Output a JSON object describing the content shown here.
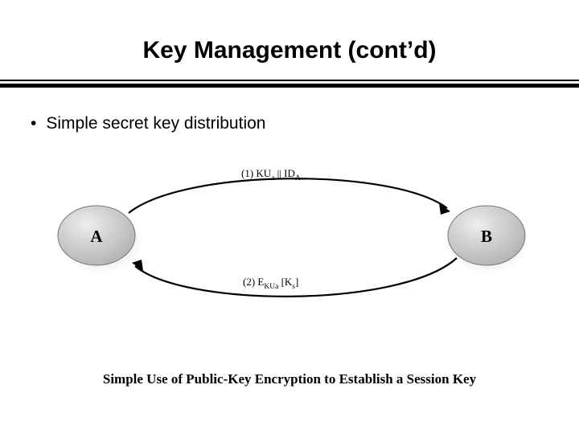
{
  "slide": {
    "title": "Key Management (cont’d)",
    "bullet": {
      "marker": "•",
      "text": "Simple secret key distribution"
    }
  },
  "diagram": {
    "nodes": [
      {
        "id": "a",
        "label": "A"
      },
      {
        "id": "b",
        "label": "B"
      }
    ],
    "messages": [
      {
        "id": "msg1",
        "prefix": "(1) KU",
        "sub1": "a",
        "mid": " || ID",
        "sub2": "A",
        "direction": "a-to-b"
      },
      {
        "id": "msg2",
        "prefix": "(2) E",
        "sub1": "KUa",
        "mid": " [K",
        "sub2": "s",
        "suffix": "]",
        "direction": "b-to-a"
      }
    ],
    "caption": "Simple Use of Public-Key Encryption to Establish a Session Key"
  },
  "colors": {
    "text": "#000000",
    "background": "#ffffff",
    "node_fill": "#c8c8c8",
    "node_highlight": "#e8e8e8",
    "rule": "#000000"
  }
}
